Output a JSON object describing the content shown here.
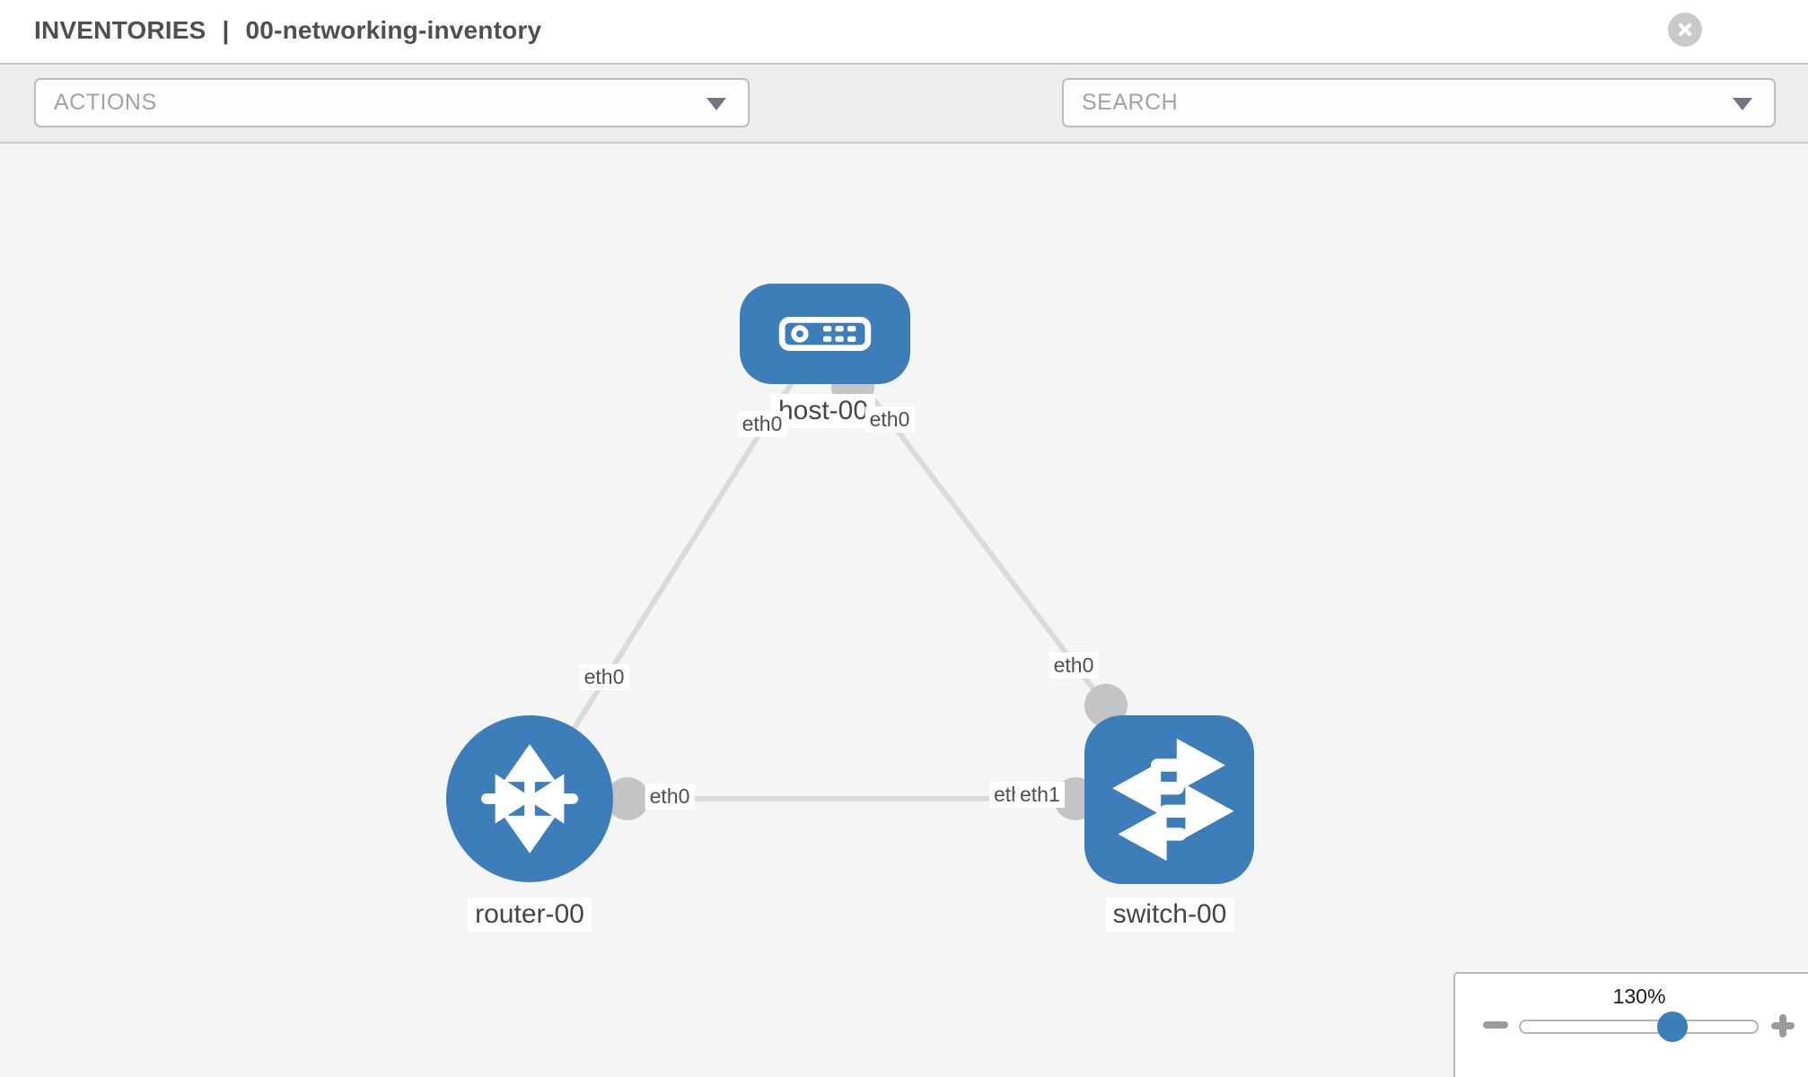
{
  "header": {
    "section": "INVENTORIES",
    "separator": "|",
    "name": "00-networking-inventory",
    "close_icon": "close-icon"
  },
  "toolbar": {
    "actions_label": "ACTIONS",
    "search_label": "SEARCH",
    "wrench_icon": "wrench-icon",
    "key_icon": "key-icon",
    "dropdown_caret_icon": "chevron-down-icon"
  },
  "canvas": {
    "nodes": [
      {
        "id": "host-00",
        "type": "host",
        "label": "host-00",
        "icon": "host-icon"
      },
      {
        "id": "router-00",
        "type": "router",
        "label": "router-00",
        "icon": "router-icon"
      },
      {
        "id": "switch-00",
        "type": "switch",
        "label": "switch-00",
        "icon": "switch-icon"
      }
    ],
    "links": [
      {
        "from": "host-00",
        "from_interface": "eth0",
        "to": "router-00",
        "to_interface": "eth0"
      },
      {
        "from": "host-00",
        "from_interface": "eth0",
        "to": "switch-00",
        "to_interface": "eth0"
      },
      {
        "from": "router-00",
        "from_interface": "eth0",
        "to": "switch-00",
        "to_interface": "eth1"
      }
    ],
    "interface_labels": [
      {
        "text": "eth0"
      },
      {
        "text": "eth0"
      },
      {
        "text": "eth0"
      },
      {
        "text": "eth0"
      },
      {
        "text": "eth0"
      },
      {
        "text": "eth0"
      },
      {
        "text": "eth1"
      }
    ]
  },
  "zoom_control": {
    "value": "130%",
    "minus_icon": "minus-icon",
    "plus_icon": "plus-icon"
  },
  "colors": {
    "node_blue": "#3d7db9",
    "link_gray": "#dadada",
    "connector_gray": "#c4c4c4",
    "toolbar_gray": "#ededed",
    "canvas_gray": "#f5f5f5",
    "title_gray": "#4f4f4f"
  }
}
